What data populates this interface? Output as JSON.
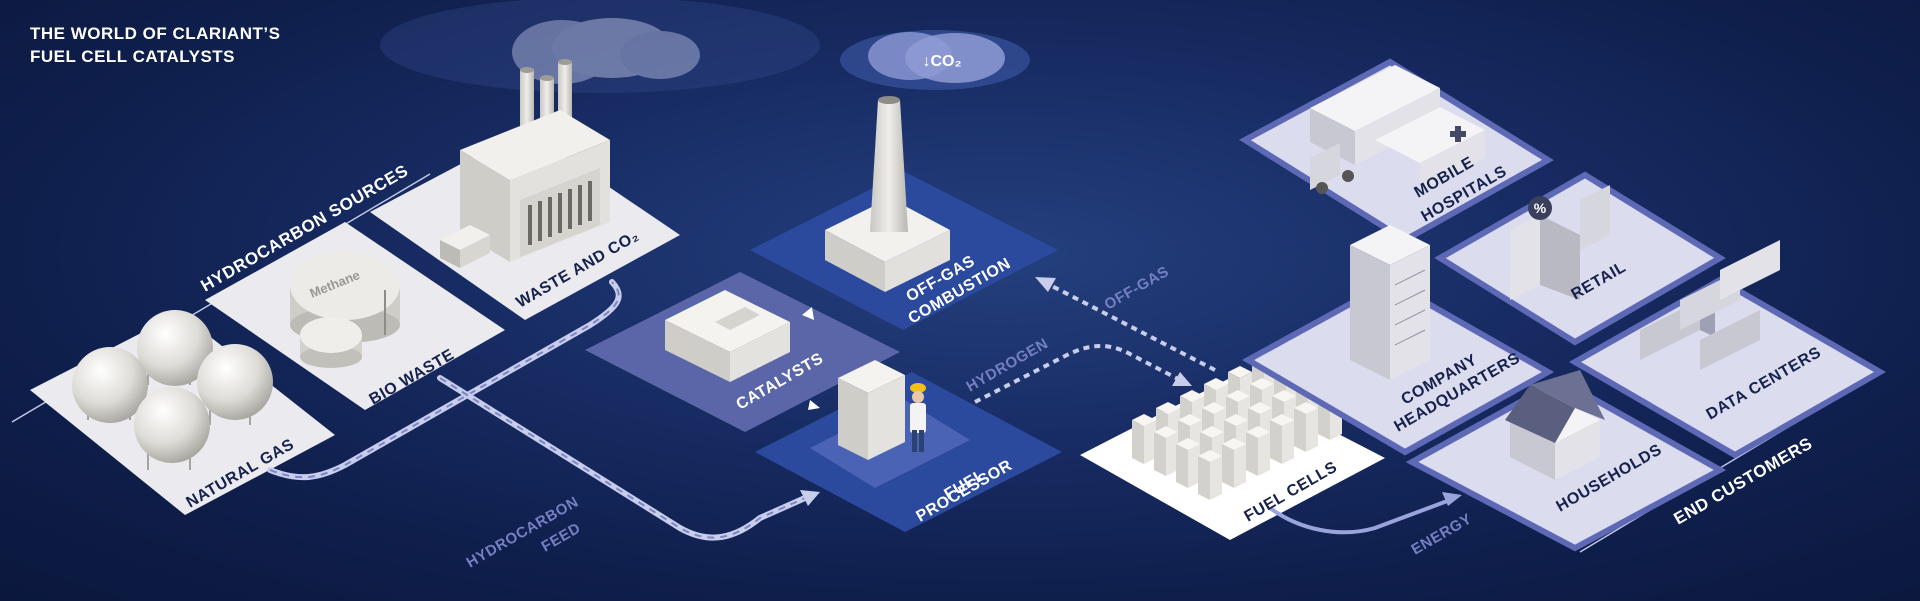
{
  "title": {
    "line1": "THE WORLD OF CLARIANT’S",
    "line2": "FUEL CELL CATALYSTS"
  },
  "groups": {
    "hydrocarbon_sources": "HYDROCARBON SOURCES",
    "end_customers": "END CUSTOMERS"
  },
  "sources": {
    "natural_gas": "NATURAL GAS",
    "bio_waste": "BIO WASTE",
    "waste_and_co2": "WASTE AND CO₂",
    "methane_tank_label": "Methane"
  },
  "process": {
    "catalysts": "CATALYSTS",
    "fuel_processor_line1": "FUEL",
    "fuel_processor_line2": "PROCESSOR",
    "offgas_combustion_line1": "OFF-GAS",
    "offgas_combustion_line2": "COMBUSTION",
    "fuel_cells": "FUEL CELLS",
    "co2_reduction": "↓CO₂"
  },
  "flows": {
    "hydrocarbon_feed_line1": "HYDROCARBON",
    "hydrocarbon_feed_line2": "FEED",
    "hydrogen": "HYDROGEN",
    "off_gas": "OFF-GAS",
    "energy": "ENERGY"
  },
  "customers": {
    "mobile_hospitals_line1": "MOBILE",
    "mobile_hospitals_line2": "HOSPITALS",
    "retail": "RETAIL",
    "company_hq_line1": "COMPANY",
    "company_hq_line2": "HEADQUARTERS",
    "data_centers": "DATA CENTERS",
    "households": "HOUSEHOLDS",
    "retail_sign": "%"
  },
  "colors": {
    "background": "#152a5e",
    "tile_light": "#ebebef",
    "tile_lavender": "#dcdcef",
    "tile_border": "#5d69b4",
    "tile_blue": "#2b4a9e",
    "tile_mid": "#5a66a8",
    "flow_light": "#c9cdec",
    "label_dark": "#16224c",
    "label_white": "#ffffff",
    "label_muted": "#8a93cd"
  }
}
